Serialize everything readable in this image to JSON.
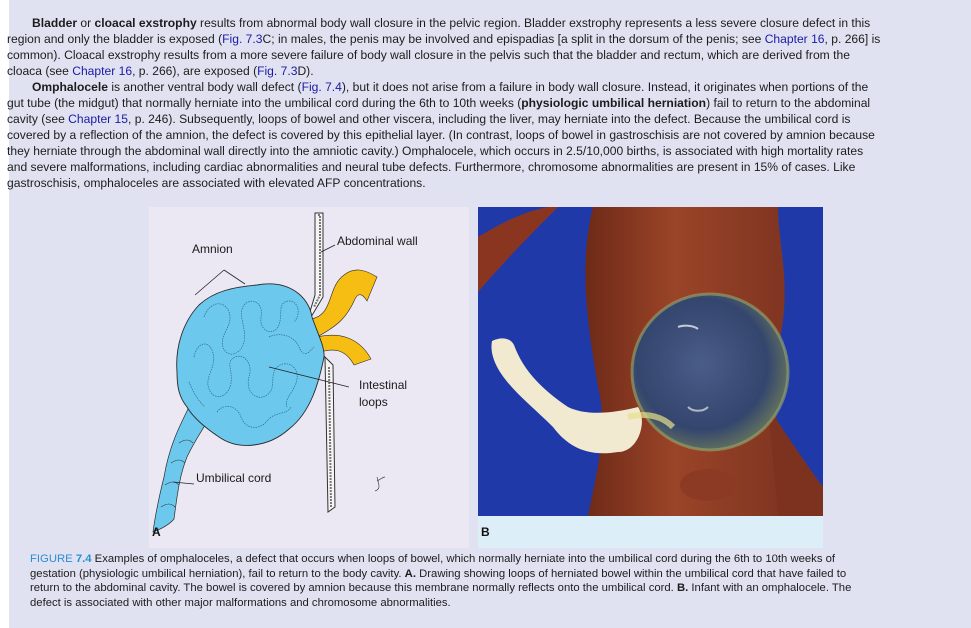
{
  "paragraphs": {
    "p1": {
      "lines": [
        {
          "parts": [
            {
              "t": "Bladder",
              "b": true
            },
            {
              "t": " or "
            },
            {
              "t": "cloacal exstrophy",
              "b": true
            },
            {
              "t": " results from abnormal body wall closure in the pelvic region. Bladder exstrophy represents a less severe closure defect in this"
            }
          ]
        },
        {
          "parts": [
            {
              "t": "region and only the bladder is exposed ("
            },
            {
              "t": "Fig. 7.3",
              "link": true
            },
            {
              "t": "C; in males, the penis may be involved and epispadias [a split in the dorsum of the penis; see "
            },
            {
              "t": "Chapter 16",
              "link": true
            },
            {
              "t": ", p. 266] is"
            }
          ]
        },
        {
          "parts": [
            {
              "t": "common). Cloacal exstrophy results from a more severe failure of body wall closure in the pelvis such that the bladder and rectum, which are derived from the"
            }
          ]
        },
        {
          "parts": [
            {
              "t": "cloaca (see "
            },
            {
              "t": "Chapter 16",
              "link": true
            },
            {
              "t": ", p. 266), are exposed ("
            },
            {
              "t": "Fig. 7.3",
              "link": true
            },
            {
              "t": "D)."
            }
          ]
        }
      ]
    },
    "p2": {
      "lines": [
        {
          "parts": [
            {
              "t": "Omphalocele",
              "b": true
            },
            {
              "t": " is another ventral body wall defect ("
            },
            {
              "t": "Fig. 7.4",
              "link": true
            },
            {
              "t": "), but it does not arise from a failure in body wall closure. Instead, it originates when portions of the"
            }
          ]
        },
        {
          "parts": [
            {
              "t": "gut tube (the midgut) that normally herniate into the umbilical cord during the 6th to 10th weeks ("
            },
            {
              "t": "physiologic umbilical herniation",
              "b": true
            },
            {
              "t": ") fail to return to the abdominal"
            }
          ]
        },
        {
          "parts": [
            {
              "t": "cavity (see "
            },
            {
              "t": "Chapter 15",
              "link": true
            },
            {
              "t": ", p. 246). Subsequently, loops of bowel and other viscera, including the liver, may herniate into the defect. Because the umbilical cord is"
            }
          ]
        },
        {
          "parts": [
            {
              "t": "covered by a reflection of the amnion, the defect is covered by this epithelial layer. (In contrast, loops of bowel in gastroschisis are not covered by amnion because"
            }
          ]
        },
        {
          "parts": [
            {
              "t": "they herniate through the abdominal wall directly into the amniotic cavity.) Omphalocele, which occurs in 2.5/10,000 births, is associated with high mortality rates"
            }
          ]
        },
        {
          "parts": [
            {
              "t": "and severe malformations, including cardiac abnormalities and neural tube defects. Furthermore, chromosome abnormalities are present in 15% of cases. Like"
            }
          ]
        },
        {
          "parts": [
            {
              "t": "gastroschisis, omphaloceles are associated with elevated AFP concentrations."
            }
          ]
        }
      ]
    }
  },
  "figure": {
    "panel_a": {
      "letter": "A",
      "labels": {
        "amnion": "Amnion",
        "abdominal_wall": "Abdominal wall",
        "intestinal_loops_1": "Intestinal",
        "intestinal_loops_2": "loops",
        "umbilical_cord": "Umbilical cord"
      },
      "colors": {
        "sac": "#6cc8ec",
        "bowel": "#f6bd13",
        "outline": "#2a2a2a"
      }
    },
    "panel_b": {
      "letter": "B",
      "description": "Photograph of infant with an omphalocele",
      "colors": {
        "background": "#1f3ba8",
        "skin": "#8c3a22",
        "sac": "#3b4f78",
        "cord": "#f2ead0"
      }
    },
    "caption": {
      "label": "FIGURE",
      "number": "7.4",
      "lines": [
        {
          "parts": [
            {
              "t": " Examples of omphaloceles, a defect that occurs when loops of bowel, which normally herniate into the umbilical cord during the 6th to 10th weeks of"
            }
          ]
        },
        {
          "parts": [
            {
              "t": "gestation (physiologic umbilical herniation), fail to return to the body cavity. "
            },
            {
              "t": "A.",
              "b": true
            },
            {
              "t": " Drawing showing loops of herniated bowel within the umbilical cord that have failed to"
            }
          ]
        },
        {
          "parts": [
            {
              "t": "return to the abdominal cavity. The bowel is covered by amnion because this membrane normally reflects onto the umbilical cord. "
            },
            {
              "t": "B.",
              "b": true
            },
            {
              "t": " Infant with an omphalocele. The"
            }
          ]
        },
        {
          "parts": [
            {
              "t": "defect is associated with other major malformations and chromosome abnormalities."
            }
          ]
        }
      ]
    }
  },
  "colors": {
    "page_background": "#e1e2f1",
    "link": "#1a1aa6",
    "figure_label": "#2a8fd0"
  }
}
